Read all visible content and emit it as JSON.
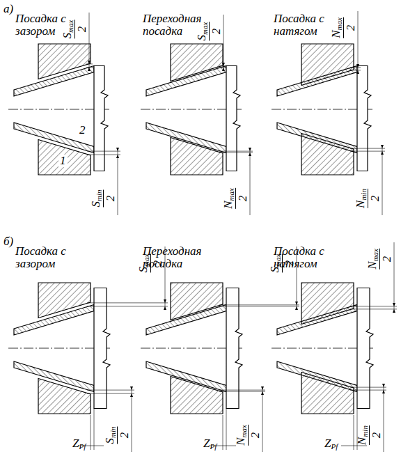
{
  "diagram": {
    "labels": [
      "а)",
      "Посадка с зазором",
      "Переходная посадка",
      "Посадка с натягом",
      "S",
      "max",
      "2",
      "S",
      "max",
      "2",
      "N",
      "max",
      "2",
      "2",
      "1",
      "S",
      "min",
      "2",
      "N",
      "max",
      "2",
      "N",
      "min",
      "2",
      "б)",
      "Посадка с зазором",
      "Переходная посадка",
      "Посадка с натягом",
      "S",
      "max",
      "2",
      "S",
      "max",
      "2",
      "N",
      "max",
      "2",
      "Z",
      "Pf",
      "S",
      "min",
      "2",
      "Z",
      "Pf",
      "N",
      "max",
      "2",
      "Z",
      "Pf",
      "N",
      "min",
      "2"
    ]
  }
}
